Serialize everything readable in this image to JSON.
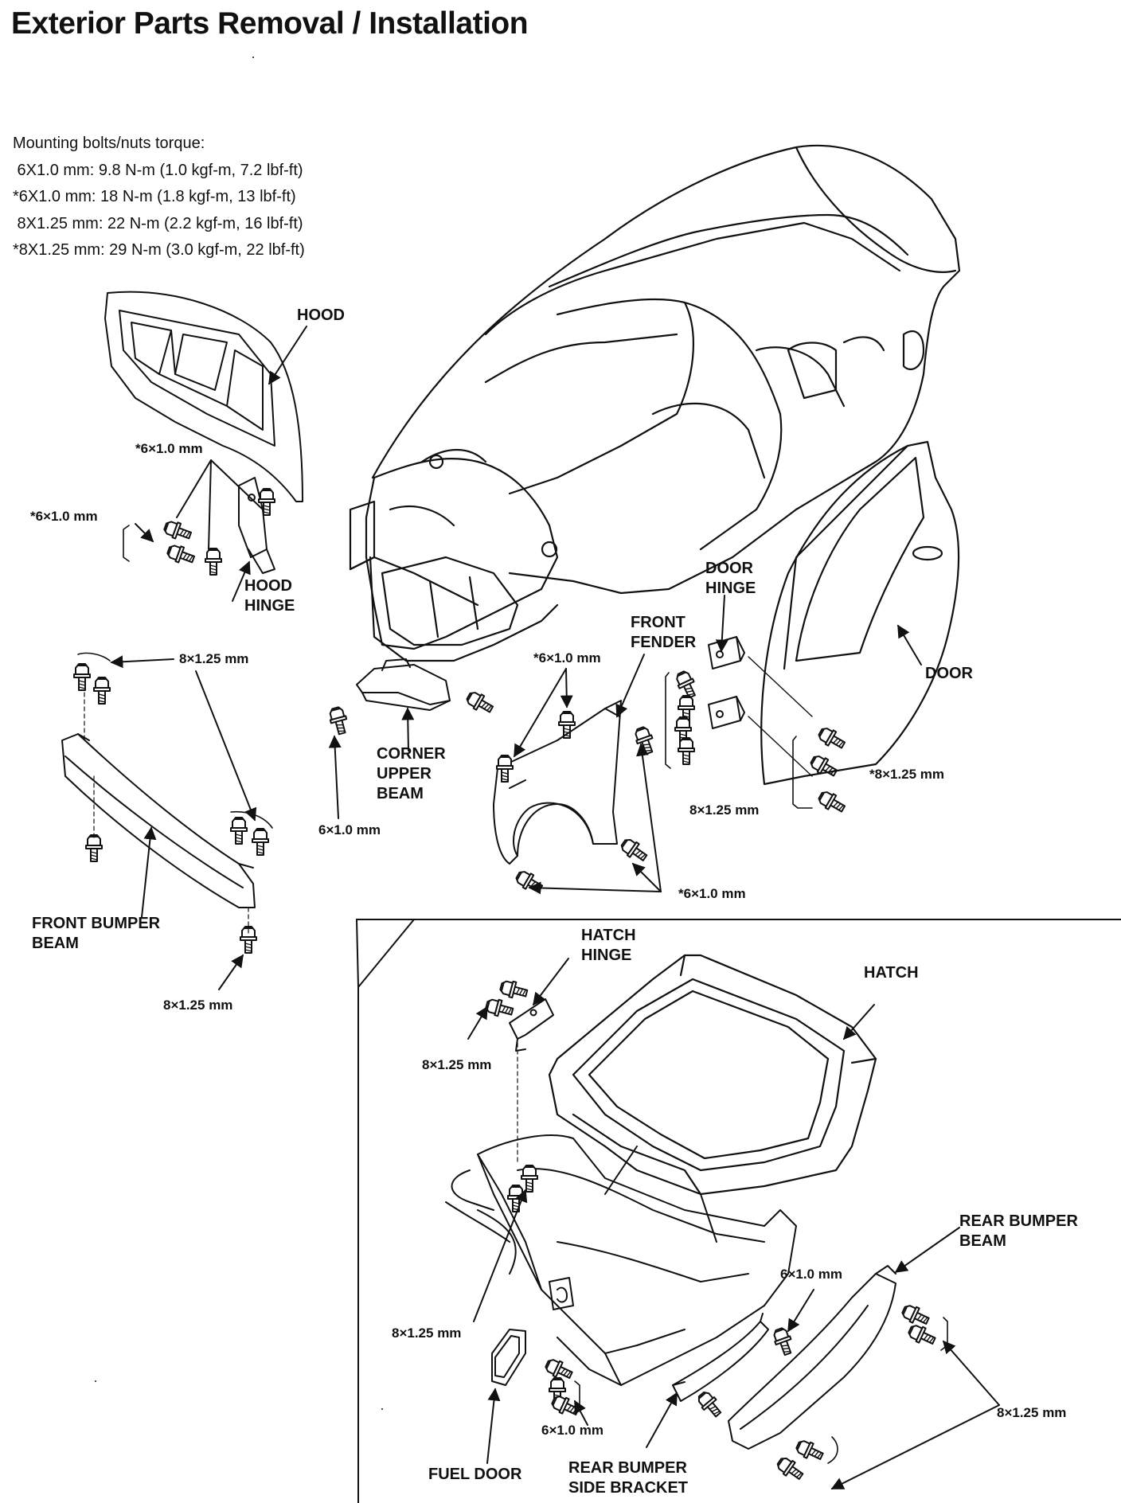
{
  "title": "Exterior Parts Removal / Installation",
  "torque": {
    "heading": "Mounting bolts/nuts torque:",
    "specs": [
      " 6X1.0 mm: 9.8 N-m (1.0 kgf-m, 7.2 lbf-ft)",
      "*6X1.0 mm: 18 N-m (1.8 kgf-m, 13 lbf-ft)",
      " 8X1.25 mm: 22 N-m (2.2 kgf-m, 16 lbf-ft)",
      "*8X1.25 mm: 29 N-m (3.0 kgf-m, 22 lbf-ft)"
    ]
  },
  "parts": {
    "hood": "HOOD",
    "hood_hinge": [
      "HOOD",
      "HINGE"
    ],
    "door_hinge": [
      "DOOR",
      "HINGE"
    ],
    "front_fender": [
      "FRONT",
      "FENDER"
    ],
    "door": "DOOR",
    "corner_upper_beam": [
      "CORNER",
      "UPPER",
      "BEAM"
    ],
    "front_bumper_beam": [
      "FRONT BUMPER",
      "BEAM"
    ],
    "hatch_hinge": [
      "HATCH",
      "HINGE"
    ],
    "hatch": "HATCH",
    "rear_bumper_beam": [
      "REAR BUMPER",
      "BEAM"
    ],
    "fuel_door": "FUEL DOOR",
    "rear_bumper_side_bracket": [
      "REAR BUMPER",
      "SIDE BRACKET"
    ]
  },
  "fasteners": {
    "hood_top": "*6X1.0 mm",
    "hood_left": "*6X1.0 mm",
    "front_bumper_top": "8X1.25 mm",
    "front_bumper_bottom": "8X1.25 mm",
    "corner_beam": "6X1.0 mm",
    "fender_top": "*6X1.0 mm",
    "fender_bottom": "*6X1.0 mm",
    "door_hinge_left": "8X1.25 mm",
    "door_hinge_right": "*8X1.25 mm",
    "hatch_hinge": "8X1.25 mm",
    "rear_body": "8X1.25 mm",
    "fuel_door": "6X1.0 mm",
    "rear_bumper_side": "6X1.0 mm",
    "rear_bumper_beam": "8X1.25 mm"
  }
}
